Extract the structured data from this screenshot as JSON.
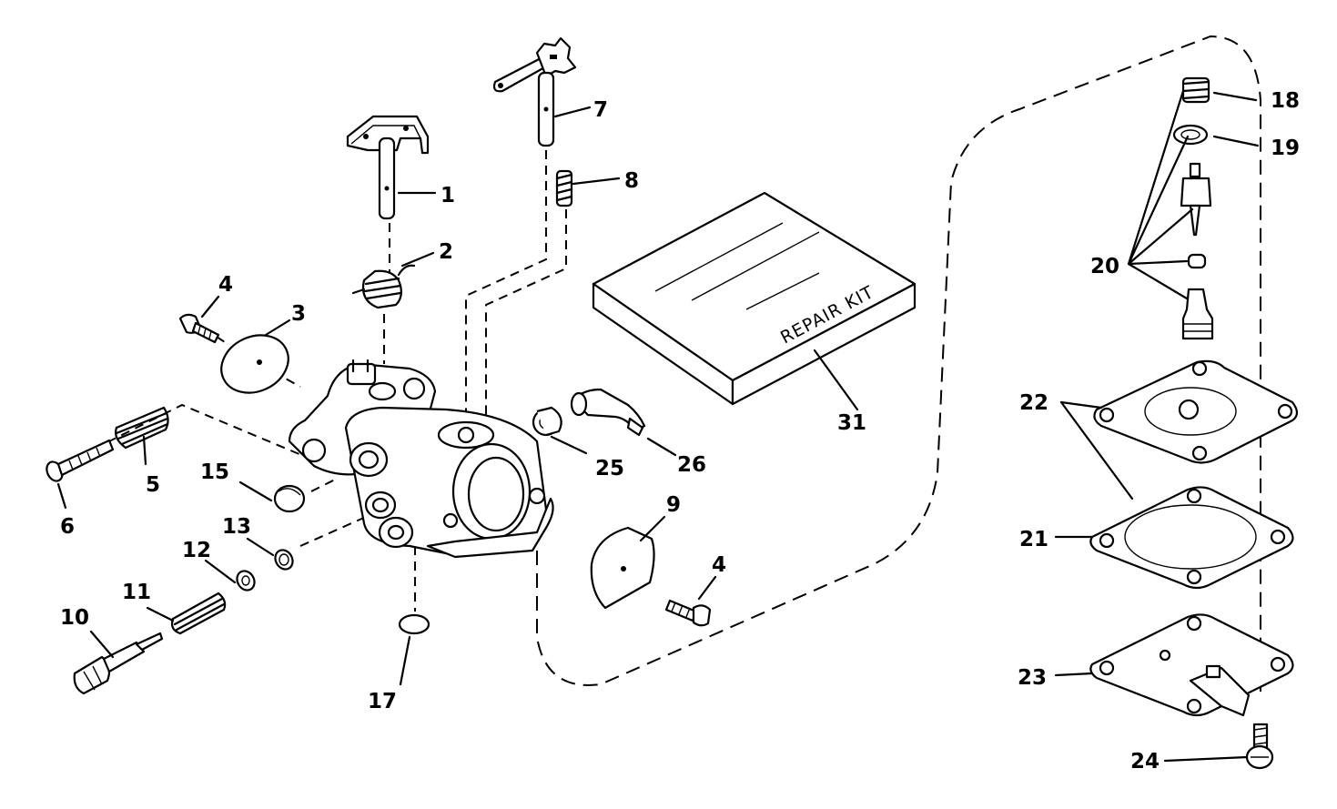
{
  "labels": {
    "l1": "1",
    "l2": "2",
    "l3": "3",
    "l4a": "4",
    "l4b": "4",
    "l5": "5",
    "l6": "6",
    "l7": "7",
    "l8": "8",
    "l9": "9",
    "l10": "10",
    "l11": "11",
    "l12": "12",
    "l13": "13",
    "l15": "15",
    "l17": "17",
    "l18": "18",
    "l19": "19",
    "l20": "20",
    "l21": "21",
    "l22": "22",
    "l23": "23",
    "l24": "24",
    "l25": "25",
    "l26": "26",
    "l31": "31"
  },
  "kit_text": "REPAIR KIT",
  "icons": [
    "carburetor-body-icon",
    "throttle-shaft-icon",
    "choke-shaft-icon",
    "spring-icon",
    "screw-icon",
    "needle-valve-icon",
    "diaphragm-icon",
    "gasket-icon",
    "repair-kit-box-icon"
  ]
}
